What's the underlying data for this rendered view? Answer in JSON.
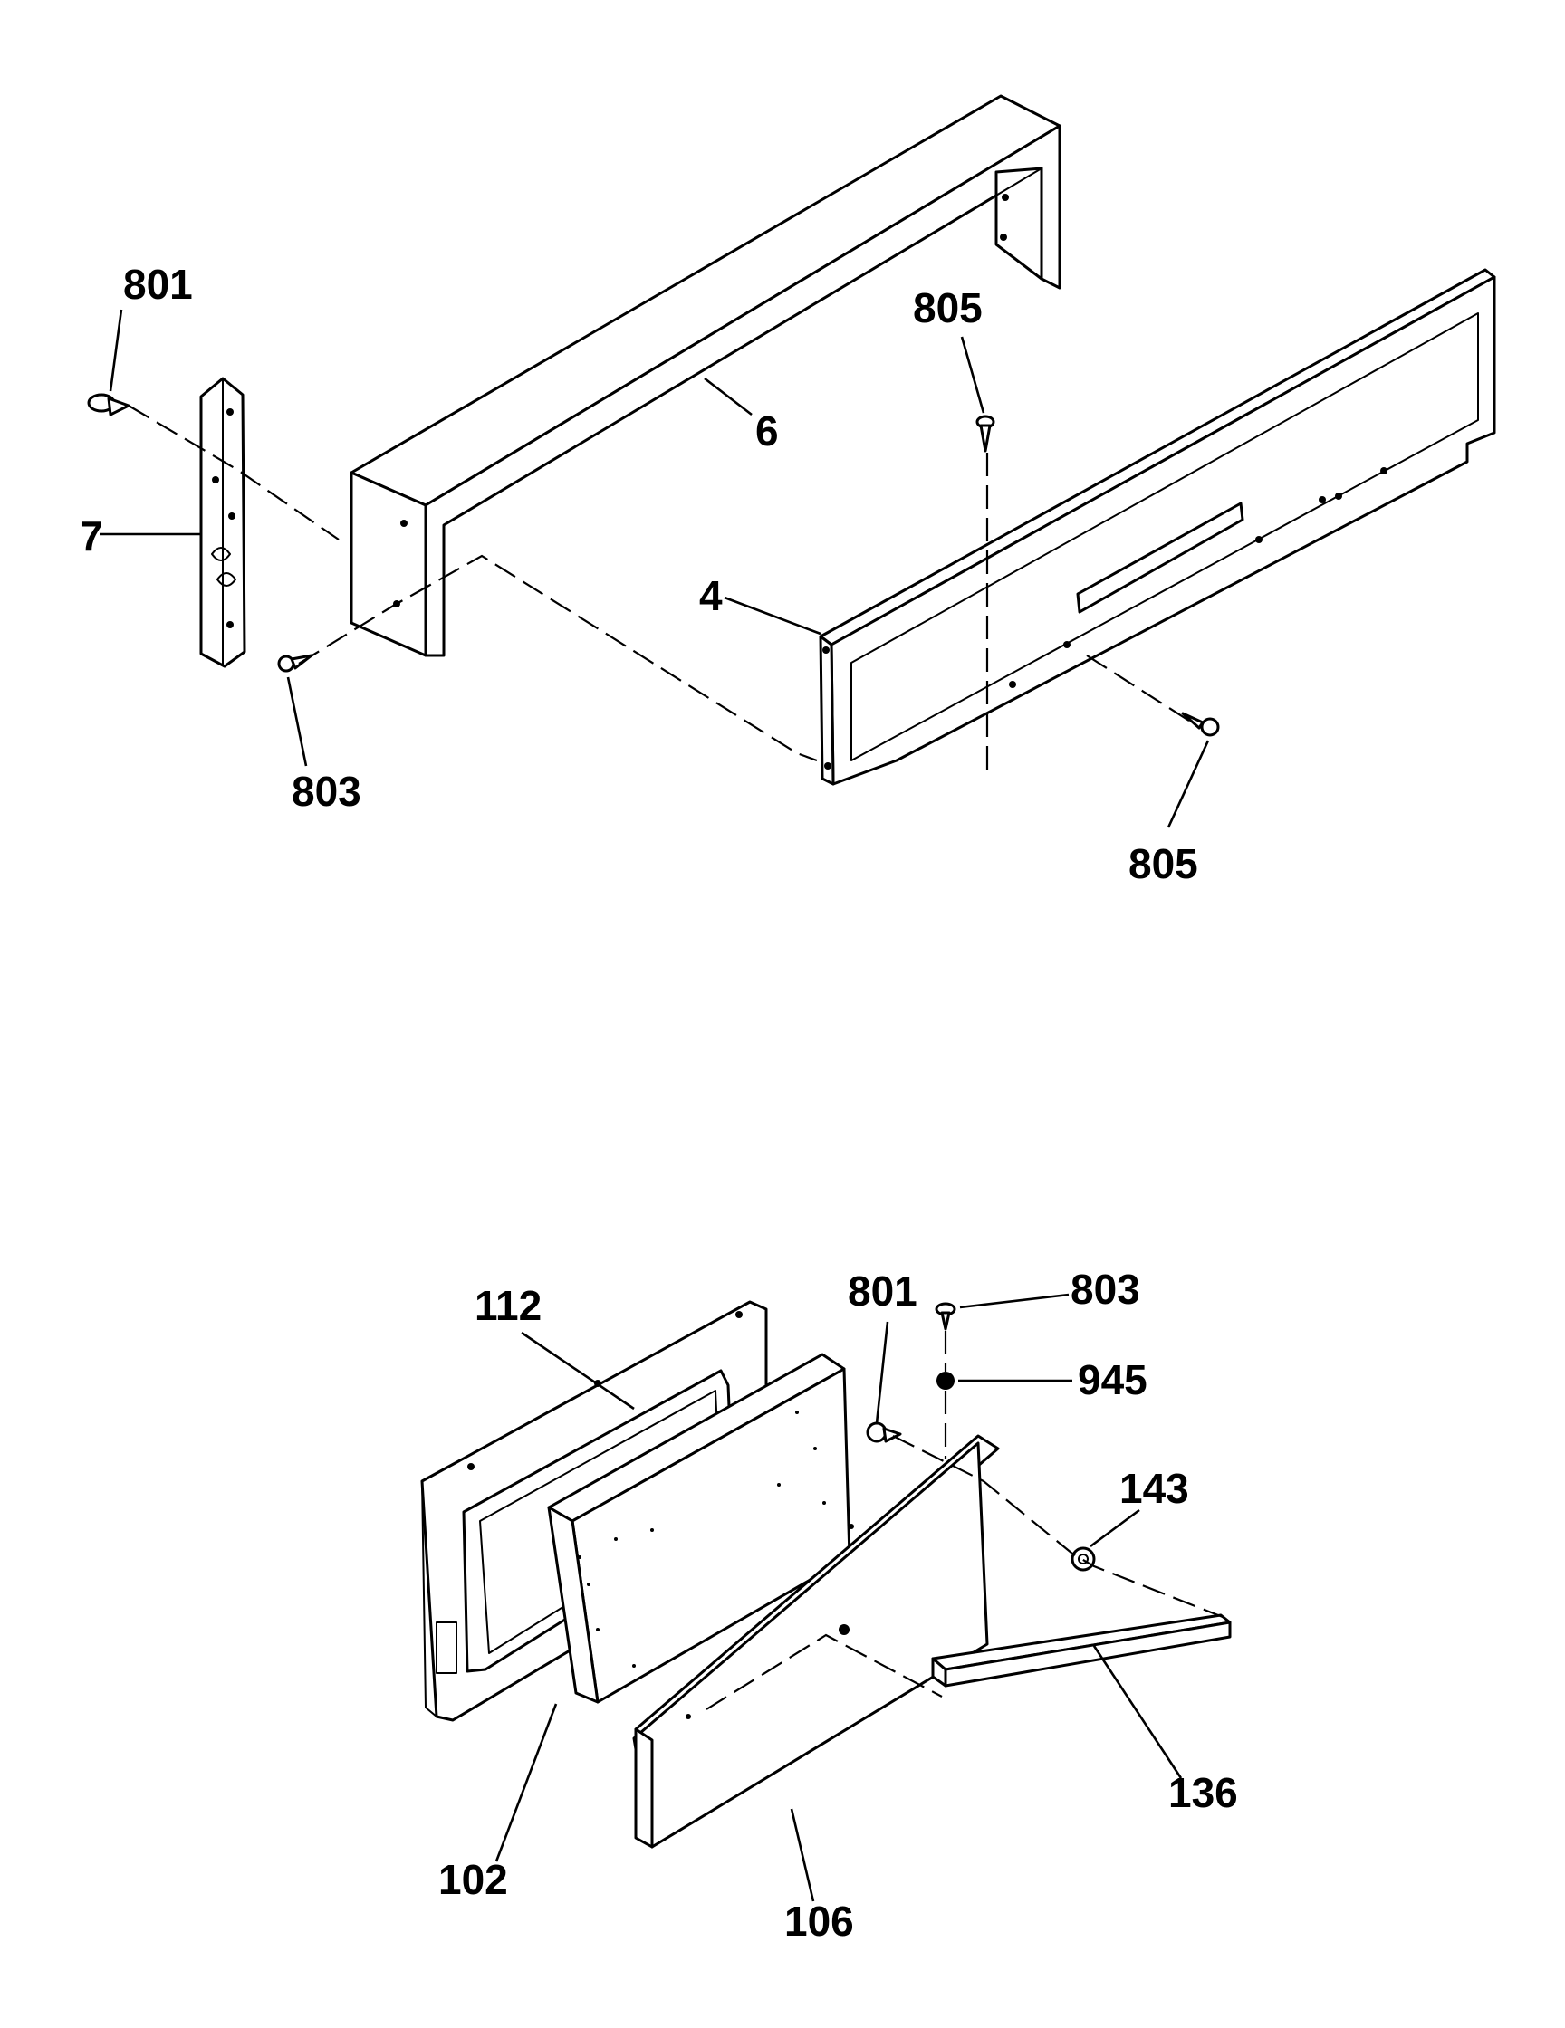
{
  "colors": {
    "ink": "#000000",
    "paper": "#ffffff"
  },
  "upper_assembly": {
    "labels": {
      "screw_801": "801",
      "screw_805_top": "805",
      "backguard_6": "6",
      "bracket_7": "7",
      "panel_4": "4",
      "screw_803": "803",
      "screw_805_bottom": "805"
    }
  },
  "lower_assembly": {
    "labels": {
      "frame_112": "112",
      "screw_801": "801",
      "screw_803": "803",
      "washer_945": "945",
      "spacer_143": "143",
      "handle_136": "136",
      "insulation_102": "102",
      "door_panel_106": "106"
    }
  }
}
